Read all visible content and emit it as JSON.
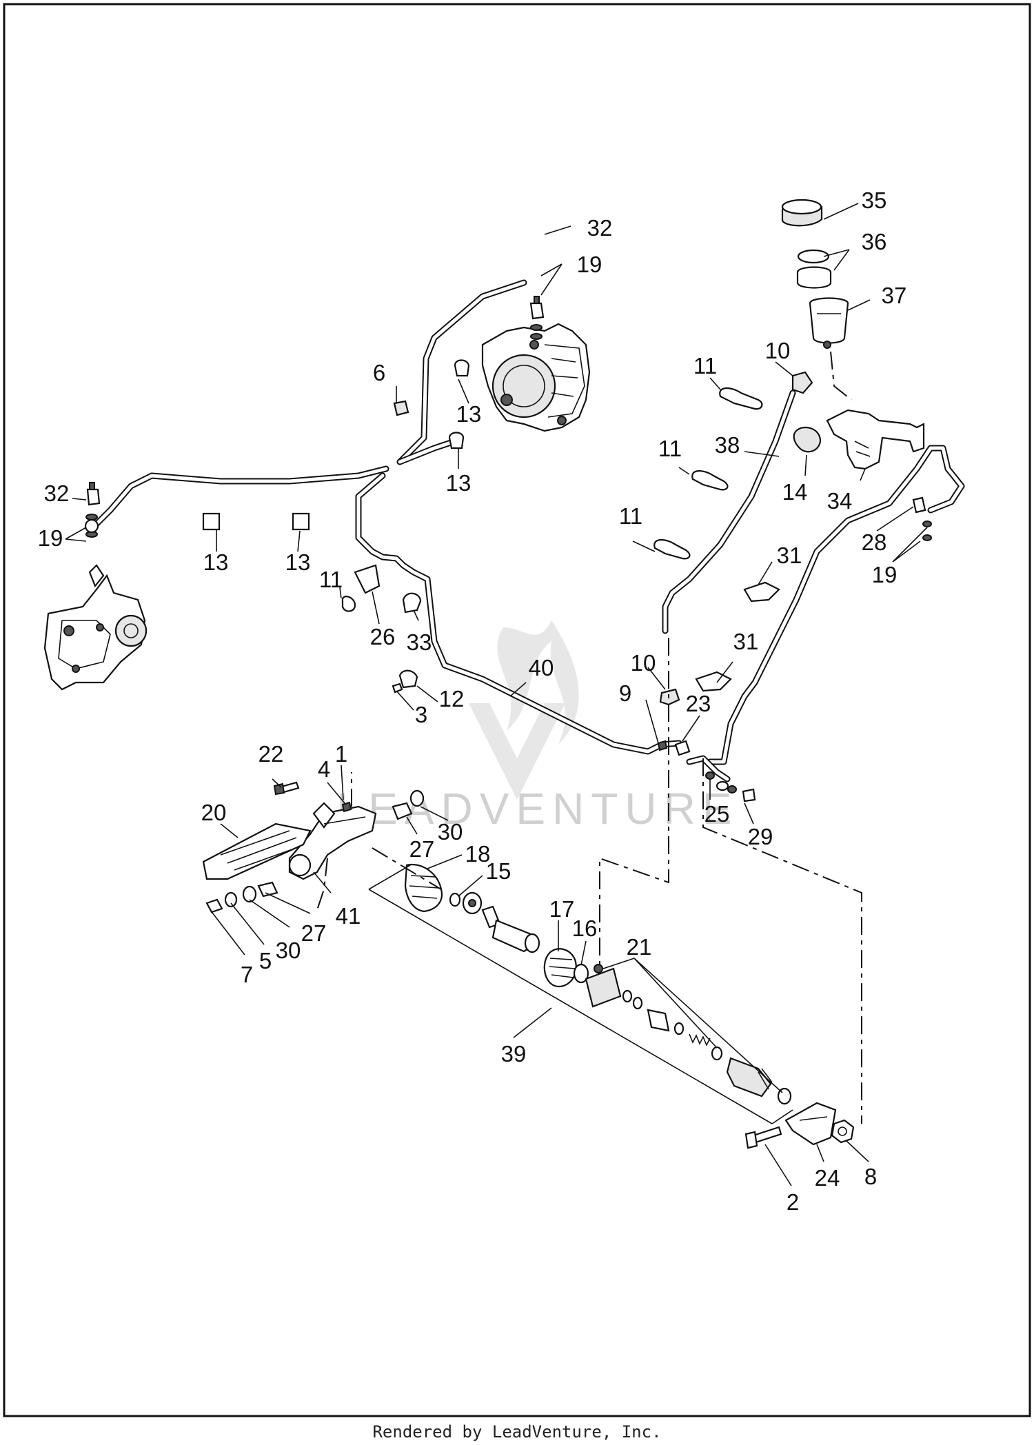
{
  "footer": "Rendered by LeadVenture, Inc.",
  "watermark": "LEADVENTURE",
  "callouts": {
    "c35": "35",
    "c36": "36",
    "c37": "37",
    "c32a": "32",
    "c19a": "19",
    "c10a": "10",
    "c11a": "11",
    "c6": "6",
    "c13a": "13",
    "c13b": "13",
    "c38": "38",
    "c14": "14",
    "c34": "34",
    "c11b": "11",
    "c32b": "32",
    "c19b": "19",
    "c13c": "13",
    "c13d": "13",
    "c11c": "11",
    "c31a": "31",
    "c28": "28",
    "c19c": "19",
    "c11d": "11",
    "c26": "26",
    "c33": "33",
    "c40": "40",
    "c10b": "10",
    "c31b": "31",
    "c9": "9",
    "c23": "23",
    "c12": "12",
    "c3": "3",
    "c22": "22",
    "c4": "4",
    "c1": "1",
    "c25": "25",
    "c29": "29",
    "c20": "20",
    "c27a": "27",
    "c30a": "30",
    "c18": "18",
    "c15": "15",
    "c17": "17",
    "c16": "16",
    "c21": "21",
    "c41": "41",
    "c27b": "27",
    "c30b": "30",
    "c5": "5",
    "c7": "7",
    "c39": "39",
    "c24": "24",
    "c8": "8",
    "c2": "2"
  },
  "icons": {
    "watermark": "leadventure-flame-logo"
  }
}
